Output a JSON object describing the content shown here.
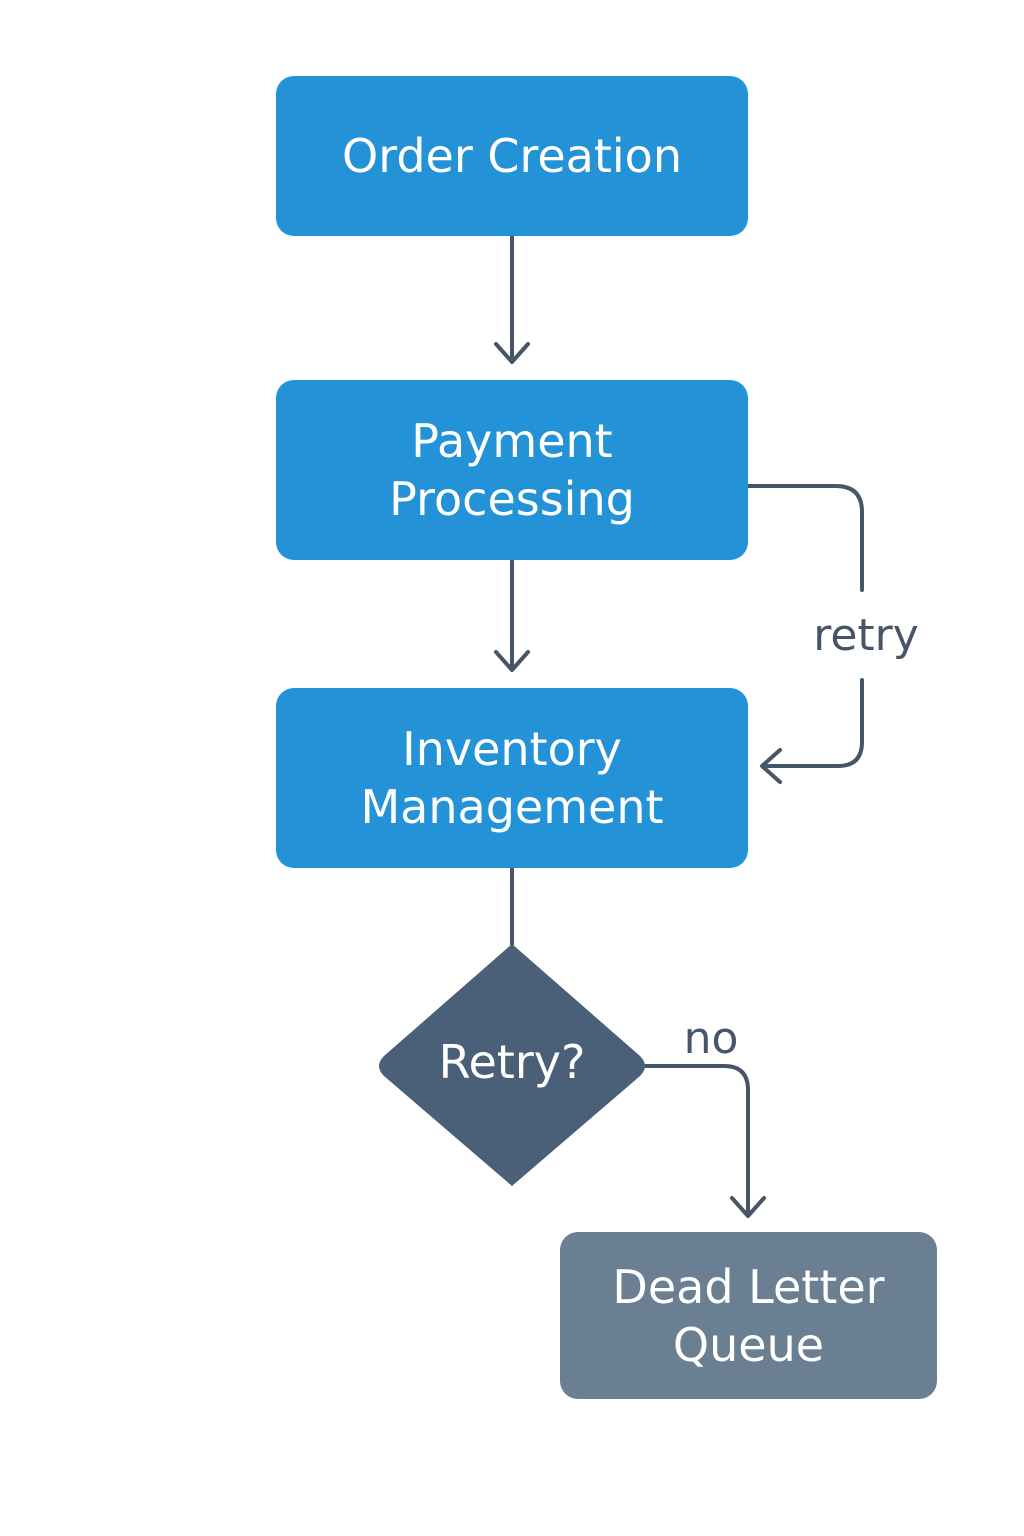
{
  "colors": {
    "process": "#2492d6",
    "decision": "#4a5f78",
    "terminal": "#6b7f92",
    "edge": "#475569",
    "background": "#ffffff"
  },
  "nodes": {
    "order_creation": "Order Creation",
    "payment_processing": "Payment\nProcessing",
    "inventory_management": "Inventory\nManagement",
    "retry_decision": "Retry?",
    "dead_letter_queue": "Dead Letter\nQueue"
  },
  "edges": {
    "retry_label": "retry",
    "no_label": "no"
  }
}
